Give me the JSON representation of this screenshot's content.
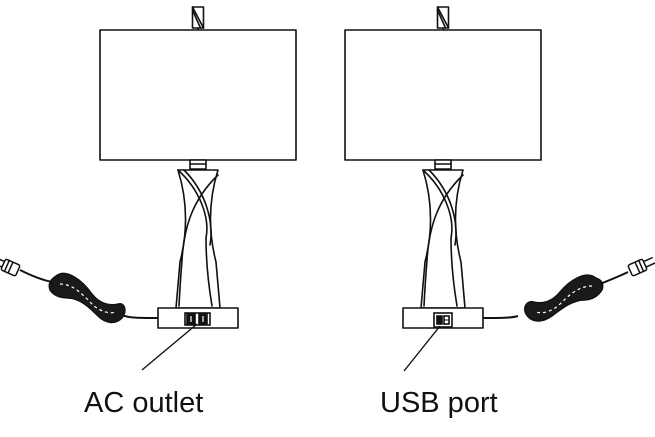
{
  "colors": {
    "line": "#111111",
    "background": "#ffffff",
    "cord": "#1a1a1a"
  },
  "icons": {
    "ac_outlet": "ac-outlet-icon",
    "usb_port": "usb-port-icon",
    "plug": "plug-icon"
  },
  "lamps": [
    {
      "id": "left",
      "caption": "AC outlet",
      "port_icon": "ac-outlet-icon"
    },
    {
      "id": "right",
      "caption": "USB port",
      "port_icon": "usb-port-icon"
    }
  ]
}
